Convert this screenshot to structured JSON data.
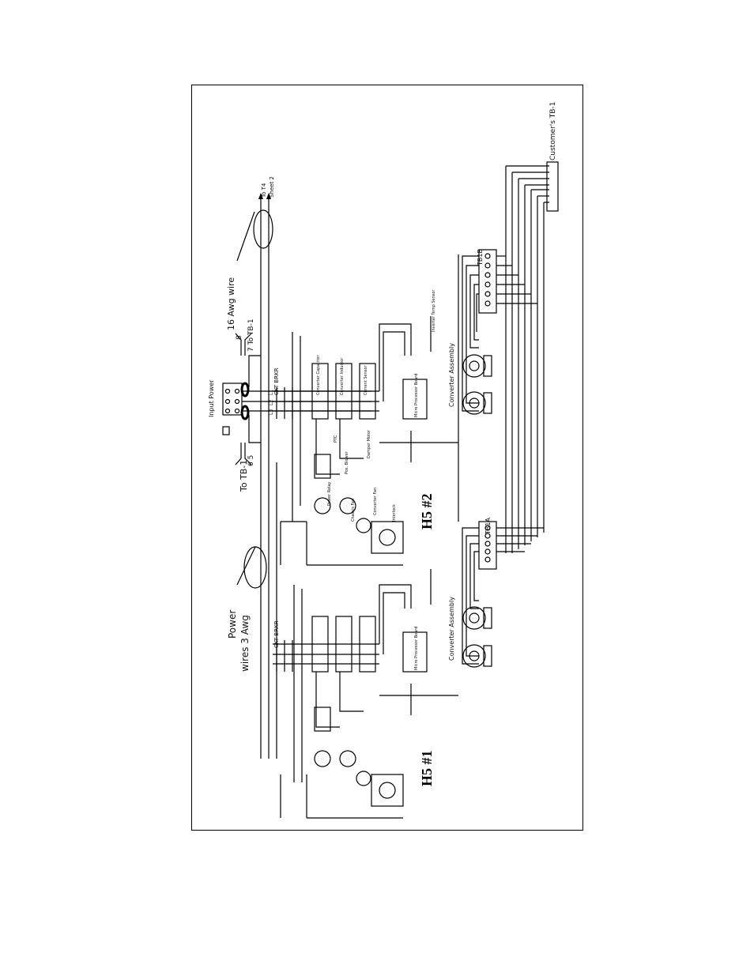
{
  "labels": {
    "wire16": "16 Awg wire",
    "to_tb1_top": "7 To TB-1",
    "to_tb1_top_b": "8",
    "to_tb1_left": "To TB-1",
    "to_tb1_left_nums": "6  5",
    "input_power": "Input Power",
    "power_wires": "Power",
    "power_wires_2": "wires 3 Awg",
    "to_t4": "To T4",
    "sheet": "Sheet 2",
    "customers_tb": "Customer's TB-1",
    "h5_1": "H5 #1",
    "h5_2": "H5 #2",
    "tb1a": "TB1A",
    "tb1b": "TB1B",
    "ckt_brkr_1": "CKT BRKR",
    "ckt_brkr_2": "CKT BRKR",
    "converter_assembly_1": "Converter Assembly",
    "converter_assembly_2": "Converter Assembly",
    "micro_board_1": "Micro Processor Board",
    "micro_board_2": "Micro Processor Board",
    "l1": "L1",
    "l2": "L2",
    "l3": "L3",
    "conv_cap_1": "Converter Capacitor",
    "conv_ind_1": "Converter Inductor",
    "current_sensor": "Current Sensor",
    "damper_motor": "Damper Motor",
    "pos_blower": "Pos. Blower",
    "ptc": "PTC",
    "power_relay": "Power Relay",
    "converter_fan": "Converter Fan",
    "chassis_fan": "Chassis Fan",
    "interlock": "Interlock",
    "inverter_temp": "Inverter Temp Sensor"
  }
}
